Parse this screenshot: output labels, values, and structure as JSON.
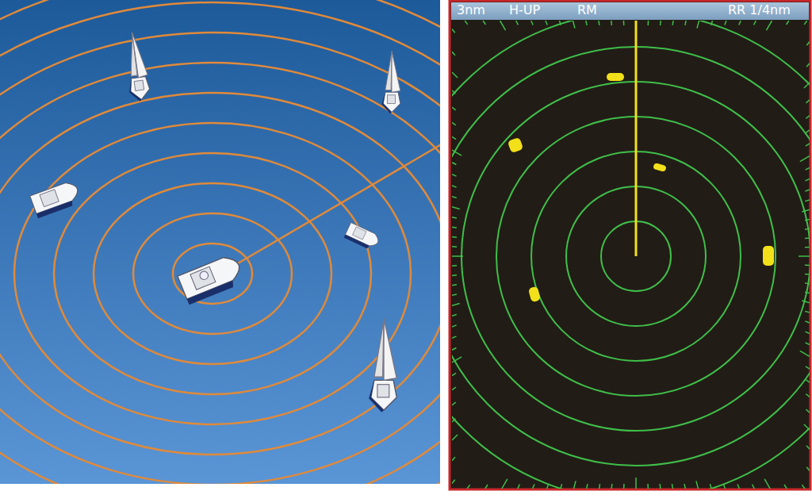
{
  "diagram": {
    "labels": [
      "3nm",
      "H-UP",
      "RM",
      "RR 1/4nm"
    ]
  }
}
